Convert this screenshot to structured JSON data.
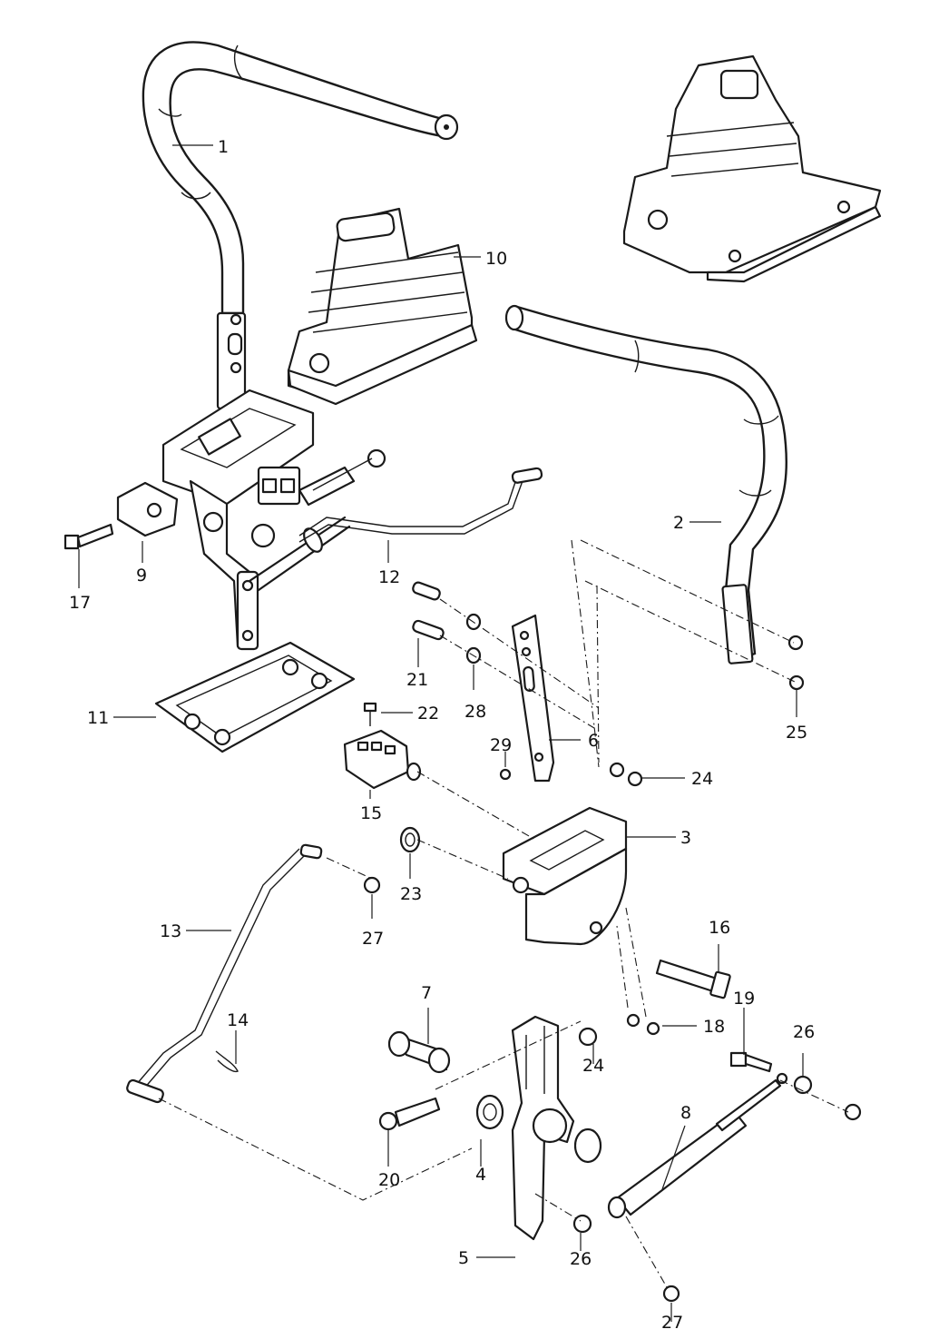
{
  "callouts": [
    {
      "id": "c1",
      "text": "1"
    },
    {
      "id": "c2",
      "text": "2"
    },
    {
      "id": "c3",
      "text": "3"
    },
    {
      "id": "c4",
      "text": "4"
    },
    {
      "id": "c5",
      "text": "5"
    },
    {
      "id": "c6",
      "text": "6"
    },
    {
      "id": "c7",
      "text": "7"
    },
    {
      "id": "c8",
      "text": "8"
    },
    {
      "id": "c9",
      "text": "9"
    },
    {
      "id": "c10",
      "text": "10"
    },
    {
      "id": "c11",
      "text": "11"
    },
    {
      "id": "c12",
      "text": "12"
    },
    {
      "id": "c13",
      "text": "13"
    },
    {
      "id": "c14",
      "text": "14"
    },
    {
      "id": "c15",
      "text": "15"
    },
    {
      "id": "c16",
      "text": "16"
    },
    {
      "id": "c17",
      "text": "17"
    },
    {
      "id": "c18",
      "text": "18"
    },
    {
      "id": "c19",
      "text": "19"
    },
    {
      "id": "c20",
      "text": "20"
    },
    {
      "id": "c21",
      "text": "21"
    },
    {
      "id": "c22",
      "text": "22"
    },
    {
      "id": "c23",
      "text": "23"
    },
    {
      "id": "c24a",
      "text": "24"
    },
    {
      "id": "c24b",
      "text": "24"
    },
    {
      "id": "c25",
      "text": "25"
    },
    {
      "id": "c26a",
      "text": "26"
    },
    {
      "id": "c26b",
      "text": "26"
    },
    {
      "id": "c27a",
      "text": "27"
    },
    {
      "id": "c27b",
      "text": "27"
    },
    {
      "id": "c28",
      "text": "28"
    },
    {
      "id": "c29",
      "text": "29"
    }
  ]
}
